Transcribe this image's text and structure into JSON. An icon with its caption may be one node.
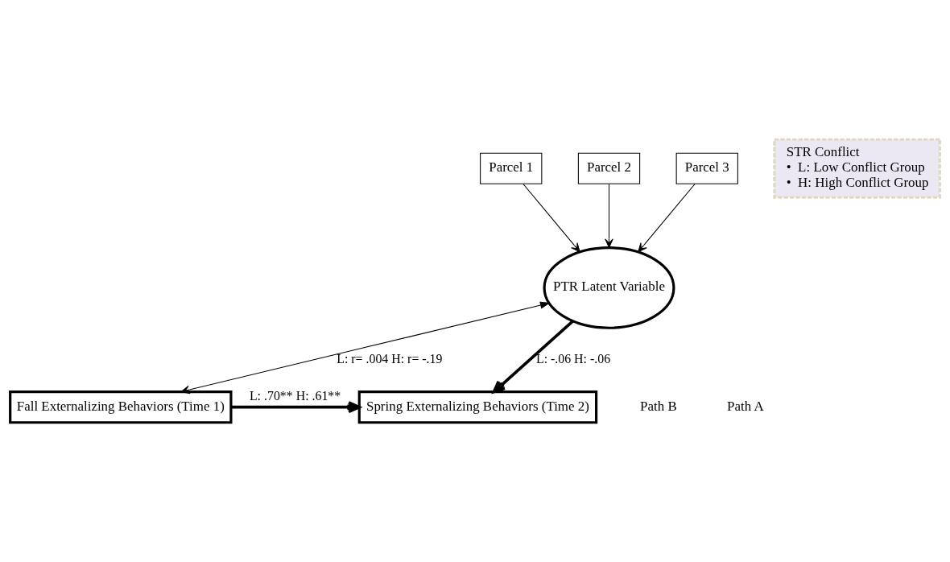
{
  "diagram": {
    "nodes": [
      {
        "text": [
          "Parcel 1"
        ]
      },
      {
        "text": [
          "Parcel 2"
        ]
      },
      {
        "text": [
          "Parcel 3"
        ]
      },
      {
        "text": [
          "PTR Latent Variable"
        ]
      },
      {
        "text": [
          "Fall Externalizing Behaviors (Time 1)"
        ]
      },
      {
        "text": [
          "Spring Externalizing Behaviors (Time 2)"
        ]
      },
      {
        "text": [
          "STR Conflict",
          "•  L: Low Conflict Group",
          "•  H: High Conflict Group"
        ]
      }
    ],
    "edges": [
      {
        "from": 0,
        "to": 3,
        "arrow": "to"
      },
      {
        "from": 1,
        "to": 3,
        "arrow": "to"
      },
      {
        "from": 2,
        "to": 3,
        "arrow": "to"
      },
      {
        "from": 3,
        "to": 4,
        "arrow": "both",
        "label": "L: r= .004 H: r= -.19"
      },
      {
        "from": 3,
        "to": 5,
        "arrow": "to",
        "label": "L: -.06 H: -.06",
        "style": "thick"
      },
      {
        "from": 4,
        "to": 5,
        "arrow": "to",
        "label": "L: .70** H: .61**",
        "style": "thick"
      }
    ],
    "labels": [
      "Path B",
      "Path A"
    ]
  }
}
